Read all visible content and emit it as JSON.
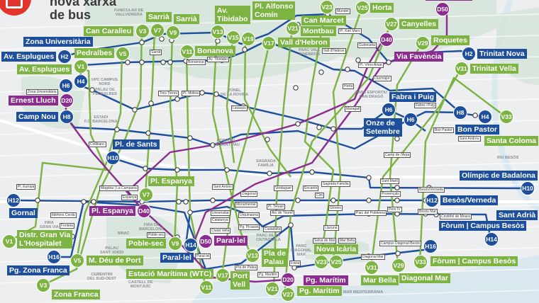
{
  "header": {
    "title_line1": "nova xarxa",
    "title_line2": "de bus"
  },
  "colors": {
    "blue": "#1d4f9c",
    "green": "#7cb342",
    "purple": "#8b2c8e",
    "logo": "#e2342a",
    "park": "#d5e4d8",
    "sea": "#d9e7ef"
  },
  "badges": [
    {
      "code": "V3",
      "line": "green"
    },
    {
      "code": "V7",
      "line": "green"
    },
    {
      "code": "V9",
      "line": "green"
    },
    {
      "code": "V13",
      "line": "green"
    },
    {
      "code": "V15",
      "line": "green"
    },
    {
      "code": "V19",
      "line": "green"
    },
    {
      "code": "V11",
      "line": "green"
    },
    {
      "code": "V5",
      "line": "green"
    },
    {
      "code": "H2",
      "line": "blue"
    },
    {
      "code": "V1",
      "line": "green"
    },
    {
      "code": "H4",
      "line": "blue"
    },
    {
      "code": "H6",
      "line": "blue"
    },
    {
      "code": "D20",
      "line": "purple"
    },
    {
      "code": "H8",
      "line": "blue"
    },
    {
      "code": "H10",
      "line": "blue"
    },
    {
      "code": "H12",
      "line": "blue"
    },
    {
      "code": "V1",
      "line": "green"
    },
    {
      "code": "H16",
      "line": "blue"
    },
    {
      "code": "V5",
      "line": "green"
    },
    {
      "code": "V3",
      "line": "green"
    },
    {
      "code": "V7",
      "line": "green"
    },
    {
      "code": "D40",
      "line": "purple"
    },
    {
      "code": "V9",
      "line": "green"
    },
    {
      "code": "H14",
      "line": "blue"
    },
    {
      "code": "D50",
      "line": "purple"
    },
    {
      "code": "V11",
      "line": "green"
    },
    {
      "code": "V17",
      "line": "green"
    },
    {
      "code": "V13",
      "line": "green"
    },
    {
      "code": "D20",
      "line": "purple"
    },
    {
      "code": "V21",
      "line": "green"
    },
    {
      "code": "V27",
      "line": "green"
    },
    {
      "code": "V23",
      "line": "green"
    },
    {
      "code": "V25",
      "line": "green"
    },
    {
      "code": "V31",
      "line": "green"
    },
    {
      "code": "V29",
      "line": "green"
    },
    {
      "code": "V33",
      "line": "green"
    },
    {
      "code": "H16",
      "line": "blue"
    },
    {
      "code": "H14",
      "line": "blue"
    },
    {
      "code": "H10",
      "line": "blue"
    },
    {
      "code": "H12",
      "line": "blue"
    },
    {
      "code": "V21",
      "line": "green"
    },
    {
      "code": "V23",
      "line": "green"
    },
    {
      "code": "V25",
      "line": "green"
    },
    {
      "code": "V17",
      "line": "green"
    },
    {
      "code": "V27",
      "line": "green"
    },
    {
      "code": "D40",
      "line": "purple"
    },
    {
      "code": "V29",
      "line": "green"
    },
    {
      "code": "D50",
      "line": "purple"
    },
    {
      "code": "H2",
      "line": "blue"
    },
    {
      "code": "V31",
      "line": "green"
    },
    {
      "code": "H6",
      "line": "blue"
    },
    {
      "code": "H6",
      "line": "blue"
    },
    {
      "code": "H8",
      "line": "blue"
    },
    {
      "code": "H4",
      "line": "blue"
    },
    {
      "code": "V33",
      "line": "green"
    }
  ],
  "terminals": [
    {
      "text": "Can Caralleu",
      "line": "green"
    },
    {
      "text": "Sarrià",
      "line": "green"
    },
    {
      "text": "Sarrià",
      "line": "green"
    },
    {
      "text": "Av.\nTibidabo",
      "line": "green"
    },
    {
      "text": "Pl. Alfonso\nComín",
      "line": "green"
    },
    {
      "text": "Bonanova",
      "line": "green"
    },
    {
      "text": "Pedralbes",
      "line": "green"
    },
    {
      "text": "Av. Esplugues",
      "line": "blue"
    },
    {
      "text": "Av. Esplugues",
      "line": "green"
    },
    {
      "text": "Zona Universitària",
      "line": "blue"
    },
    {
      "text": "Ernest Lluch",
      "line": "purple"
    },
    {
      "text": "Camp Nou",
      "line": "blue"
    },
    {
      "text": "Pl. de Sants",
      "line": "blue"
    },
    {
      "text": "Gornal",
      "line": "blue"
    },
    {
      "text": "Distr. Gran Via\nL'Hospitalet",
      "line": "green"
    },
    {
      "text": "Pg. Zona Franca",
      "line": "blue"
    },
    {
      "text": "M. Déu de Port",
      "line": "green"
    },
    {
      "text": "Zona Franca",
      "line": "green"
    },
    {
      "text": "Pl. Espanya",
      "line": "green"
    },
    {
      "text": "Pl. Espanya",
      "line": "purple"
    },
    {
      "text": "Poble-sec",
      "line": "green"
    },
    {
      "text": "Paral·lel",
      "line": "blue"
    },
    {
      "text": "Paral·lel",
      "line": "purple"
    },
    {
      "text": "Estació Marítima (WTC)",
      "line": "green"
    },
    {
      "text": "Port\nVell",
      "line": "green"
    },
    {
      "text": "Pla de\nPalau",
      "line": "green"
    },
    {
      "text": "Pg. Marítim",
      "line": "purple"
    },
    {
      "text": "Pg. Marítim",
      "line": "green"
    },
    {
      "text": "Nova Icària",
      "line": "green"
    },
    {
      "text": "Mar Bella",
      "line": "green"
    },
    {
      "text": "Diagonal Mar",
      "line": "green"
    },
    {
      "text": "Fòrum | Campus Besòs",
      "line": "green"
    },
    {
      "text": "Fòrum | Campus Besòs",
      "line": "blue"
    },
    {
      "text": "Sant Adrià",
      "line": "blue"
    },
    {
      "text": "Olímpic de Badalona",
      "line": "blue"
    },
    {
      "text": "Besòs/Verneda",
      "line": "blue"
    },
    {
      "text": "Can Marcet",
      "line": "green"
    },
    {
      "text": "Montbau",
      "line": "green"
    },
    {
      "text": "Horta",
      "line": "green"
    },
    {
      "text": "Vall d'Hebron",
      "line": "green"
    },
    {
      "text": "Canyelles",
      "line": "green"
    },
    {
      "text": "Via Favència",
      "line": "purple"
    },
    {
      "text": "Roquetes",
      "line": "green"
    },
    {
      "text": "Trinitat Nova",
      "line": "blue"
    },
    {
      "text": "Trinitat Vella",
      "line": "green"
    },
    {
      "text": "Fabra i Puig",
      "line": "blue"
    },
    {
      "text": "Onze de\nSetembre",
      "line": "blue"
    },
    {
      "text": "Bon Pastor",
      "line": "blue"
    },
    {
      "text": "Santa Coloma",
      "line": "green"
    }
  ],
  "stops": [
    "Pl. Europa",
    "Ildefons Cerdà",
    "Magòria | La Campana",
    "Espanya",
    "Fonteta",
    "Poble-sec",
    "Paral·lel",
    "Universitat",
    "Catalunya",
    "Urquinaona",
    "Pg. Picasso",
    "Ciutadella",
    "Pla de Palau",
    "Pg. Marítim",
    "Icària",
    "Ciutat Vella",
    "Glòries",
    "Clot",
    "Sant Martí",
    "Provençals",
    "Besòs/Verneda",
    "Besòs Mar",
    "Pere IV",
    "Parc del Poblenou",
    "Llacuna",
    "Selva de Mar",
    "Mar Bella",
    "Diagonal Mar",
    "Campus Diagonal Besòs",
    "Cristòfol de Moura",
    "Sant Andreu",
    "Bon Pastor",
    "Maragall",
    "Horta",
    "Mundet",
    "Vall d'Hebron",
    "Lesseps",
    "Zona Universitària",
    "Collblanc",
    "Sarrià",
    "Bonanova",
    "Av. Tibidabo",
    "Tres Torres",
    "Pl. Molina",
    "Sagrada Família",
    "Encants",
    "Verdaguer",
    "Diagonal",
    "Monumental",
    "Pl. Tetuan",
    "Arc de Triomf",
    "Sant Antoni",
    "Pl. Karl Marx",
    "Guineueta",
    "Pl. Virrei Amat",
    "Llucmajor",
    "Camp de l'Arpa",
    "Fabra i Puig"
  ],
  "areas": [
    "FUNICULAR DE\nVALLVIDRERA",
    "PARC VALL\nD'HEBRON",
    "TÚNEL\nDE LA ROVIRA",
    "ESTADI\nF.C. BARCELONA",
    "UPC CAMPUS\nNORD",
    "PALAU DE\nPEDRALBES",
    "MNAC",
    "PALAU\nSANT JORDI",
    "CASTELL DE\nMONTJUÏC",
    "FIRA DE\nBARCELONA",
    "CEMENTIRI\nDEL SUD-OEST",
    "PARC\nDIAGONAL\nMAR",
    "MAR MEDITERRÀNIA",
    "PARC ESPORTIU\nCAN DRAGÓ",
    "HOSPITAL\nDE SANT PAU",
    "SAGRADA\nFAMÍLIA",
    "PARC DE LA\nCIUTADELLA",
    "FIRA\nGRAN VIA",
    "RIU BESÒS"
  ]
}
